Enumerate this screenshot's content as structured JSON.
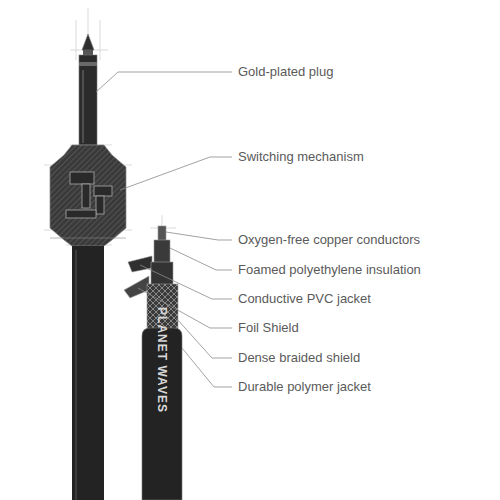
{
  "diagram": {
    "labels": [
      "Gold-plated plug",
      "Switching mechanism",
      "Oxygen-free copper conductors",
      "Foamed polyethylene insulation",
      "Conductive PVC jacket",
      "Foil Shield",
      "Dense braided shield",
      "Durable polymer jacket",
      "PLANET WAVES"
    ]
  }
}
